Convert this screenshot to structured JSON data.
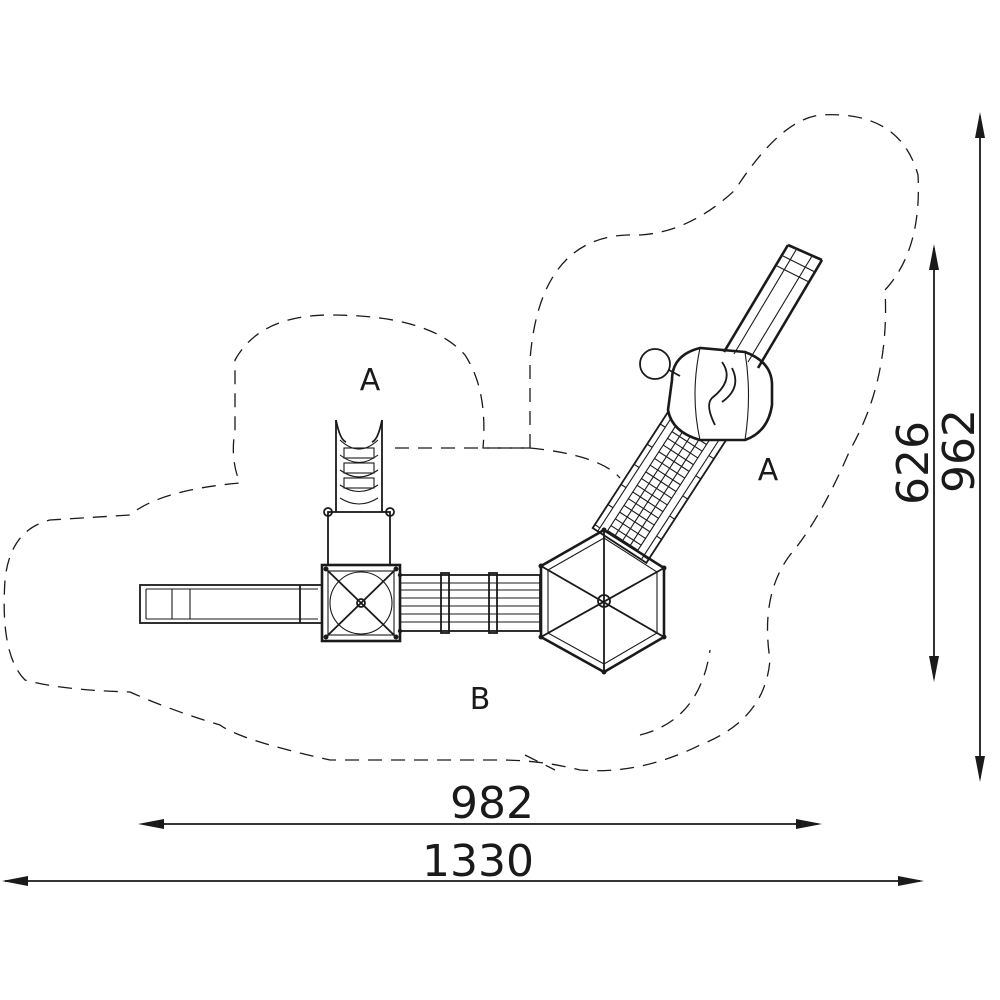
{
  "dimensions": {
    "width_outer": "1330",
    "width_inner": "982",
    "height_outer": "962",
    "height_inner": "626"
  },
  "zones": {
    "zone_a_left": "A",
    "zone_a_right": "A",
    "zone_b": "B"
  },
  "colors": {
    "line": "#1a1a1a",
    "background": "#ffffff"
  }
}
